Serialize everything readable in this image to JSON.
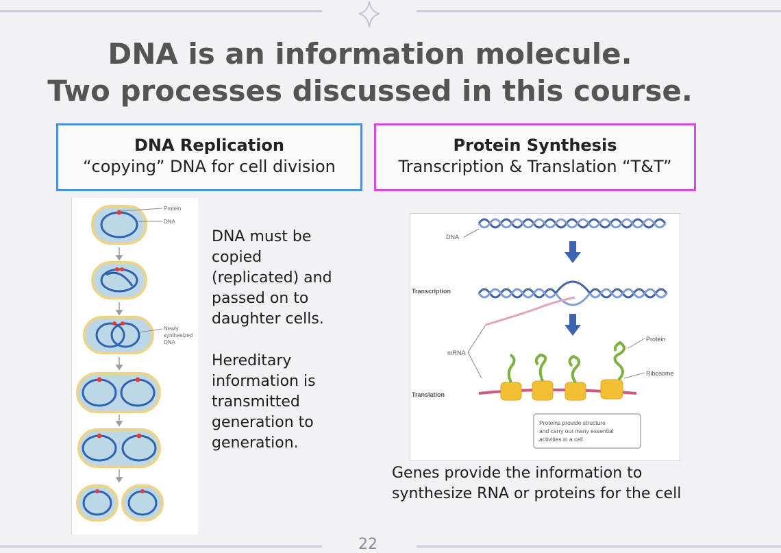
{
  "title_line1": "DNA is an information molecule.",
  "title_line2": "Two processes discussed in this course.",
  "left_box": {
    "heading": "DNA Replication",
    "subtitle": "“copying” DNA for cell division"
  },
  "right_box": {
    "heading": "Protein Synthesis",
    "subtitle": "Transcription & Translation “T&T”"
  },
  "left_figure": {
    "label_protein": "Protein",
    "label_dna": "DNA",
    "label_newly": [
      "Newly",
      "synthesized",
      "DNA"
    ]
  },
  "right_figure": {
    "label_dna": "DNA",
    "label_transcription": "Transcription",
    "label_mrna": "mRNA",
    "label_translation": "Translation",
    "label_protein": "Protein",
    "label_ribosome": "Ribosome",
    "note": [
      "Proteins provide structure",
      "and carry out many essential",
      "activities in a cell."
    ]
  },
  "paragraph1": [
    "DNA must be",
    "copied",
    "(replicated) and",
    "passed on to",
    "daughter cells."
  ],
  "paragraph2": [
    "Hereditary",
    "information is",
    "transmitted",
    "generation to",
    "generation."
  ],
  "caption": [
    "Genes provide the information to",
    "synthesize RNA or proteins for the cell"
  ],
  "page_number": "22",
  "colors": {
    "accent_blue": "#4a90d9",
    "accent_pink": "#d54ad8",
    "rule": "#c9c8d6"
  }
}
